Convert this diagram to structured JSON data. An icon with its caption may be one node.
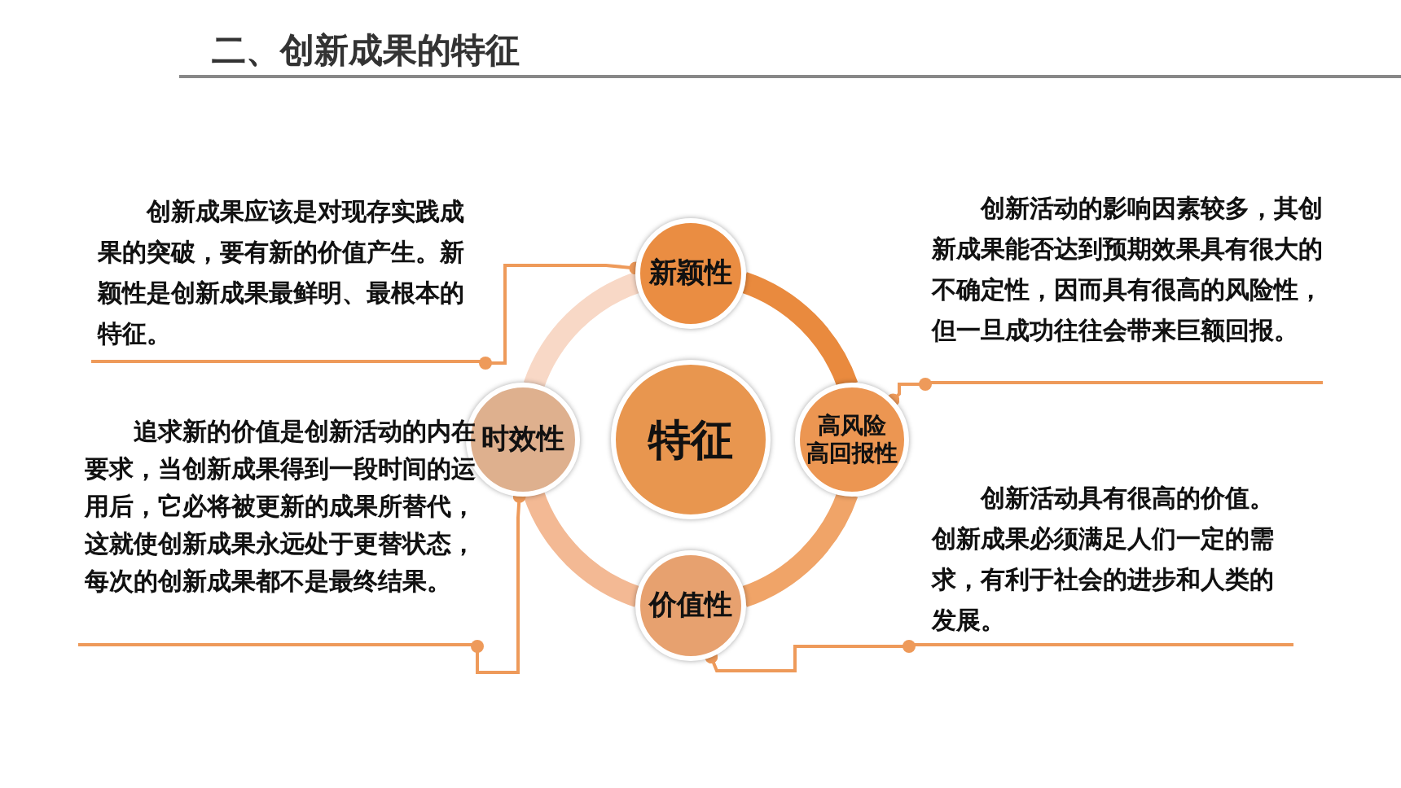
{
  "diagram": {
    "title": "二、创新成果的特征",
    "nodes": [
      {
        "text": [
          "特征"
        ]
      },
      {
        "text": [
          "新颖性"
        ]
      },
      {
        "text": [
          "高风险",
          "高回报性"
        ]
      },
      {
        "text": [
          "价值性"
        ]
      },
      {
        "text": [
          "时效性"
        ]
      },
      {
        "text": [
          "创新成果应该是对现存实践成果的突破，要有新的价值产生。新颖性是创新成果最鲜明、最根本的特征。"
        ]
      },
      {
        "text": [
          "创新活动的影响因素较多，其创新成果能否达到预期效果具有很大的不确定性，因而具有很高的风险性，但一旦成功往往会带来巨额回报。"
        ]
      },
      {
        "text": [
          "追求新的价值是创新活动的内在要求，当创新成果得到一段时间的运用后，它必将被更新的成果所替代，这就使创新成果永远处于更替状态，每次的创新成果都不是最终结果。"
        ]
      },
      {
        "text": [
          "创新活动具有很高的价值。创新成果必须满足人们一定的需求，有利于社会的进步和人类的发展。"
        ]
      }
    ],
    "edges": [
      {
        "from": 1,
        "to": 2,
        "arrow": "none",
        "style": "thick",
        "color": "#e98a3e"
      },
      {
        "from": 2,
        "to": 3,
        "arrow": "none",
        "style": "thick",
        "color": "#f0a468"
      },
      {
        "from": 3,
        "to": 4,
        "arrow": "none",
        "style": "thick",
        "color": "#f3b994"
      },
      {
        "from": 4,
        "to": 1,
        "arrow": "none",
        "style": "thick",
        "color": "#f8d8c6"
      },
      {
        "from": 5,
        "to": 1,
        "arrow": "other"
      },
      {
        "from": 6,
        "to": 2,
        "arrow": "other"
      },
      {
        "from": 7,
        "to": 4,
        "arrow": "other"
      },
      {
        "from": 8,
        "to": 3,
        "arrow": "other"
      }
    ]
  }
}
